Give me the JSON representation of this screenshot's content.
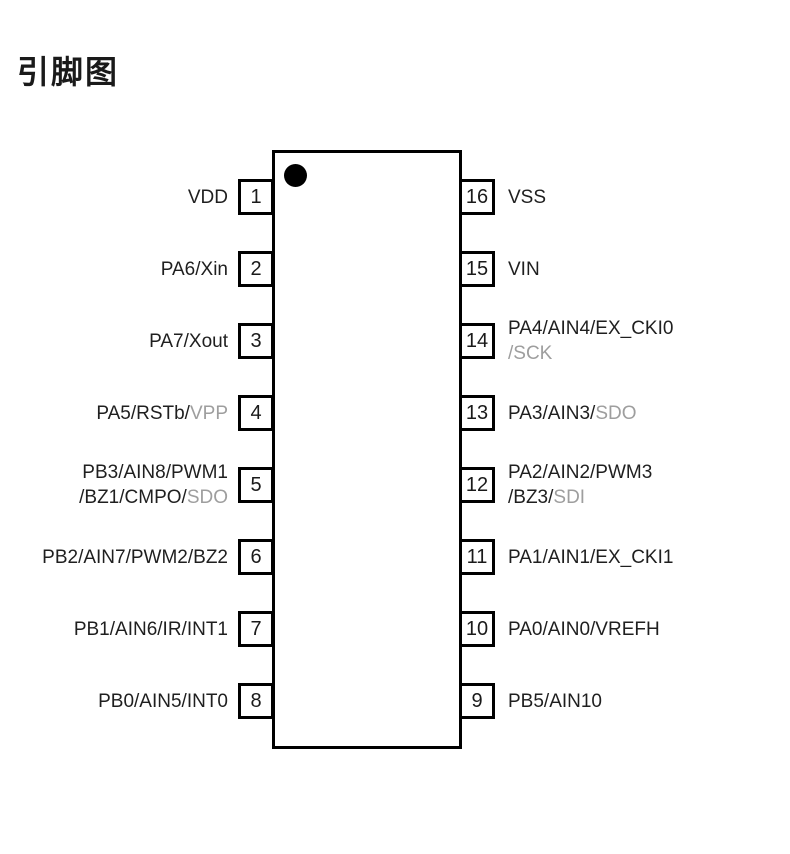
{
  "page": {
    "title": "引脚图"
  },
  "colors": {
    "text": "#1f1f1f",
    "muted_text": "#9e9e9e",
    "chip_outline": "#000000",
    "background": "#ffffff"
  },
  "chip": {
    "pin_count": 16,
    "left_pins": [
      {
        "number": "1",
        "lines": [
          [
            {
              "text": "VDD",
              "muted": false
            }
          ]
        ]
      },
      {
        "number": "2",
        "lines": [
          [
            {
              "text": "PA6/Xin",
              "muted": false
            }
          ]
        ]
      },
      {
        "number": "3",
        "lines": [
          [
            {
              "text": "PA7/Xout",
              "muted": false
            }
          ]
        ]
      },
      {
        "number": "4",
        "lines": [
          [
            {
              "text": "PA5/RSTb/",
              "muted": false
            },
            {
              "text": "VPP",
              "muted": true
            }
          ]
        ]
      },
      {
        "number": "5",
        "lines": [
          [
            {
              "text": "PB3/AIN8/PWM1",
              "muted": false
            }
          ],
          [
            {
              "text": "/BZ1/CMPO/",
              "muted": false
            },
            {
              "text": "SDO",
              "muted": true
            }
          ]
        ]
      },
      {
        "number": "6",
        "lines": [
          [
            {
              "text": "PB2/AIN7/PWM2/BZ2",
              "muted": false
            }
          ]
        ]
      },
      {
        "number": "7",
        "lines": [
          [
            {
              "text": "PB1/AIN6/IR/INT1",
              "muted": false
            }
          ]
        ]
      },
      {
        "number": "8",
        "lines": [
          [
            {
              "text": "PB0/AIN5/INT0",
              "muted": false
            }
          ]
        ]
      }
    ],
    "right_pins": [
      {
        "number": "16",
        "lines": [
          [
            {
              "text": "VSS",
              "muted": false
            }
          ]
        ]
      },
      {
        "number": "15",
        "lines": [
          [
            {
              "text": "VIN",
              "muted": false
            }
          ]
        ]
      },
      {
        "number": "14",
        "lines": [
          [
            {
              "text": "PA4/AIN4/EX_CKI0",
              "muted": false
            }
          ],
          [
            {
              "text": "/SCK",
              "muted": true
            }
          ]
        ]
      },
      {
        "number": "13",
        "lines": [
          [
            {
              "text": "PA3/AIN3/",
              "muted": false
            },
            {
              "text": "SDO",
              "muted": true
            }
          ]
        ]
      },
      {
        "number": "12",
        "lines": [
          [
            {
              "text": "PA2/AIN2/PWM3",
              "muted": false
            }
          ],
          [
            {
              "text": "/BZ3/",
              "muted": false
            },
            {
              "text": "SDI",
              "muted": true
            }
          ]
        ]
      },
      {
        "number": "11",
        "lines": [
          [
            {
              "text": "PA1/AIN1/EX_CKI1",
              "muted": false
            }
          ]
        ]
      },
      {
        "number": "10",
        "lines": [
          [
            {
              "text": "PA0/AIN0/VREFH",
              "muted": false
            }
          ]
        ]
      },
      {
        "number": "9",
        "lines": [
          [
            {
              "text": "PB5/AIN10",
              "muted": false
            }
          ]
        ]
      }
    ]
  }
}
